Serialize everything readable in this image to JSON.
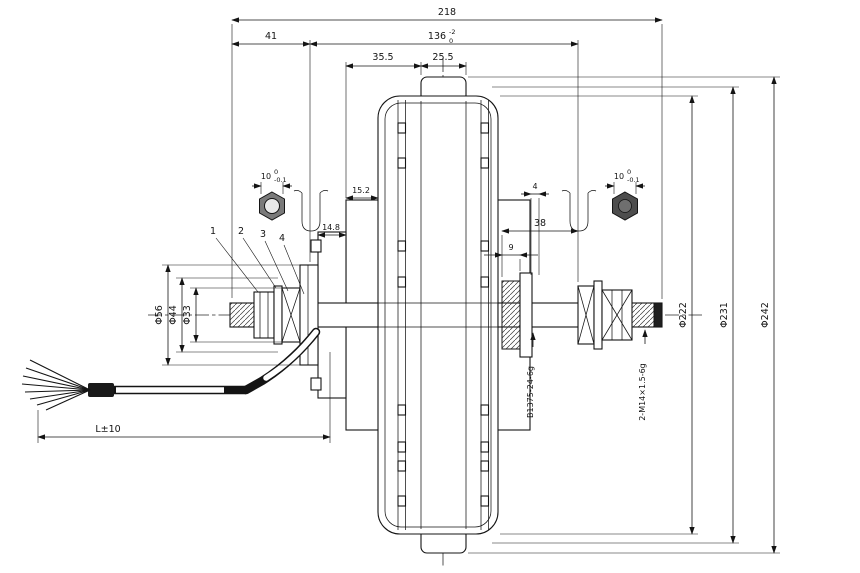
{
  "drawing": {
    "dims": {
      "overall": "218",
      "left_overhang": "41",
      "old_main": "136",
      "old_sup": "-2",
      "old_sub": "0",
      "d35_5": "35.5",
      "d25_5": "25.5",
      "d15_2": "15.2",
      "d14_8": "14.8",
      "d4": "4",
      "d38": "38",
      "d9": "9",
      "cable_length": "L±10"
    },
    "flat_left": {
      "val": "10",
      "sup": "0",
      "sub": "-0.1"
    },
    "flat_right": {
      "val": "10",
      "sup": "0",
      "sub": "-0.1"
    },
    "diameters_left": [
      "Φ56",
      "Φ44",
      "Φ33"
    ],
    "diameters_right": [
      "Φ222",
      "Φ231",
      "Φ242"
    ],
    "threads": {
      "freewheel": "B1375-24-6g",
      "axle": "2-M14×1.5-6g"
    },
    "callouts": [
      "1",
      "2",
      "3",
      "4"
    ]
  }
}
